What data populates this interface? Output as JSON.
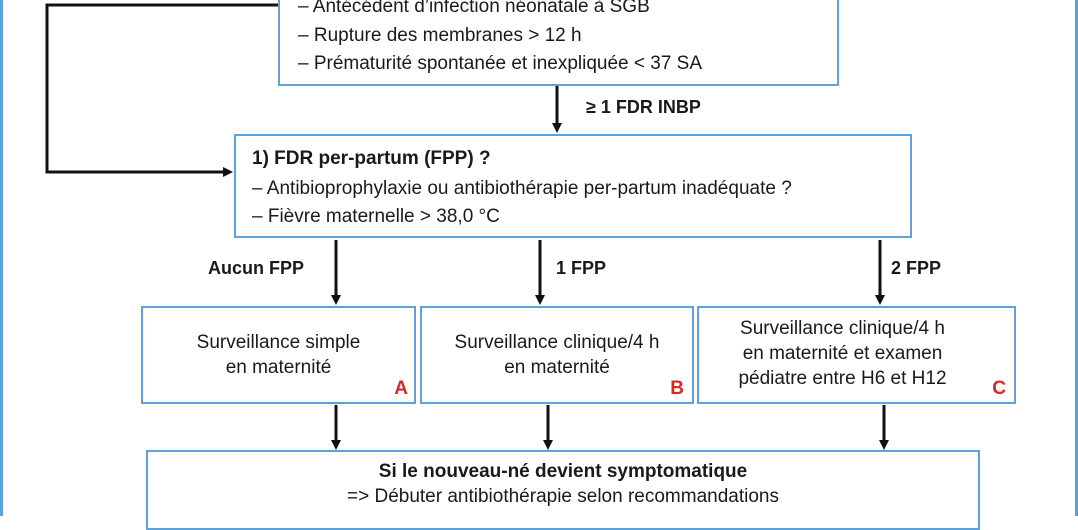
{
  "colors": {
    "box_border": "#5ba3d9",
    "letter_red": "#d62828",
    "arrow": "#111111"
  },
  "top_box": {
    "items": [
      "– Antécédent d’infection néonatale à SGB",
      "– Rupture des membranes > 12 h",
      "– Prématurité spontanée et inexpliquée < 37 SA"
    ]
  },
  "edge_fdr": "≥ 1 FDR INBP",
  "fpp_box": {
    "title": "1) FDR per-partum (FPP) ?",
    "items": [
      "– Antibioprophylaxie ou antibiothérapie per-partum inadéquate ?",
      "– Fièvre maternelle > 38,0 °C"
    ]
  },
  "branches": [
    {
      "edge_label": "Aucun FPP",
      "lines": [
        "Surveillance simple",
        "en maternité"
      ],
      "letter": "A"
    },
    {
      "edge_label": "1 FPP",
      "lines": [
        "Surveillance clinique/4 h",
        "en maternité"
      ],
      "letter": "B"
    },
    {
      "edge_label": "2 FPP",
      "lines": [
        "Surveillance clinique/4 h",
        "en maternité et examen",
        "pédiatre entre H6 et H12"
      ],
      "letter": "C"
    }
  ],
  "final_box": {
    "title": "Si le nouveau-né devient symptomatique",
    "line": "=> Débuter antibiothérapie selon recommandations"
  }
}
